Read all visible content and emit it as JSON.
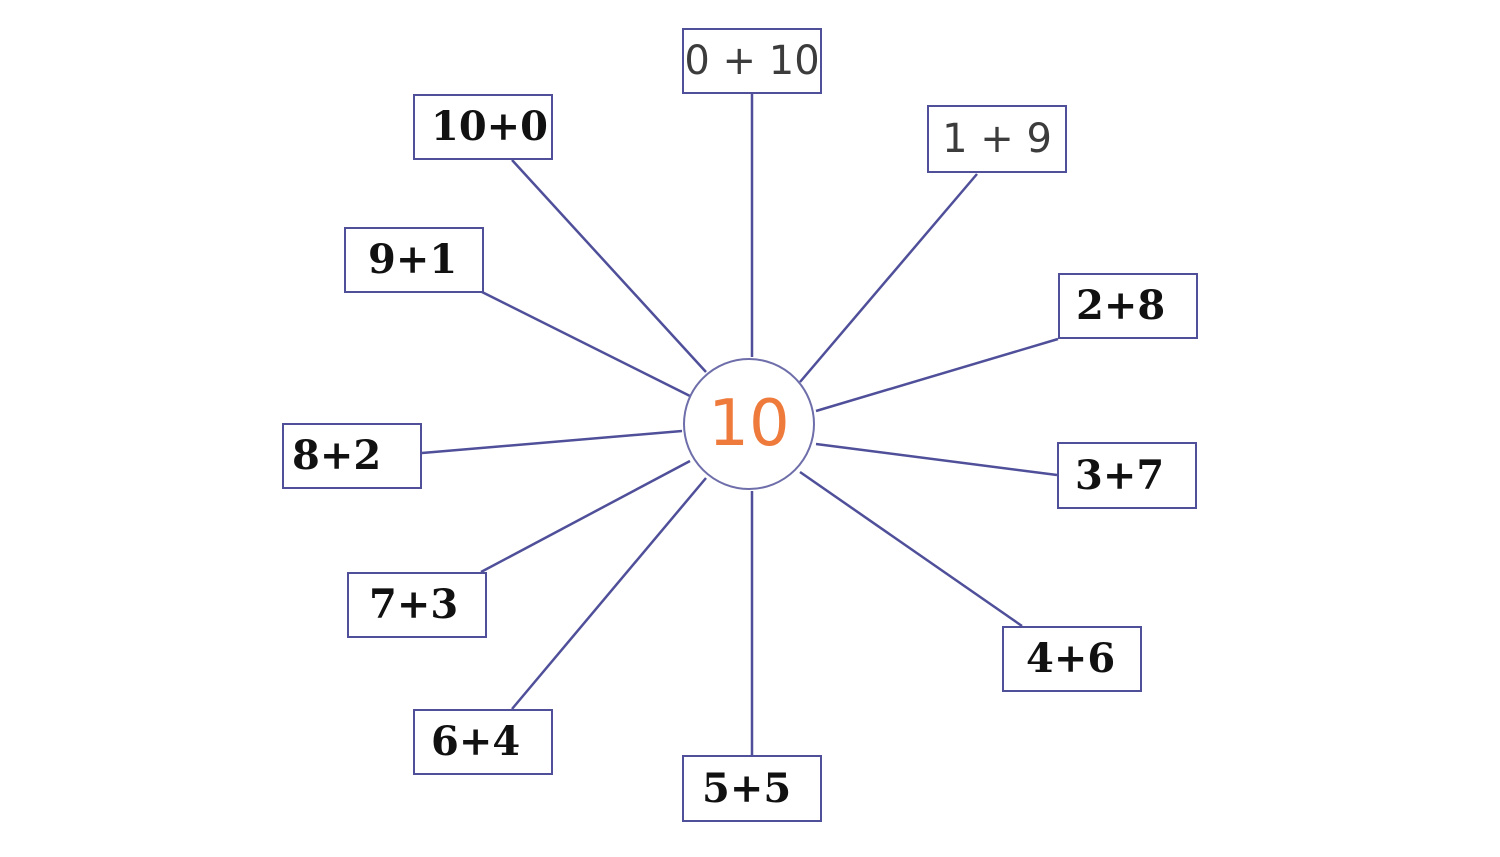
{
  "center": {
    "value": "10",
    "color": "#ee7a3c"
  },
  "stroke_color": "#4f4f9a",
  "expressions": [
    {
      "id": "b0",
      "text": "0 + 10"
    },
    {
      "id": "b1",
      "text": "1 + 9"
    },
    {
      "id": "b2",
      "text": "2+8"
    },
    {
      "id": "b3",
      "text": "3+7"
    },
    {
      "id": "b4",
      "text": "4+6"
    },
    {
      "id": "b5",
      "text": "5+5"
    },
    {
      "id": "b6",
      "text": "6+4"
    },
    {
      "id": "b7",
      "text": "7+3"
    },
    {
      "id": "b8",
      "text": "8+2"
    },
    {
      "id": "b9",
      "text": "9+1"
    },
    {
      "id": "b10",
      "text": "10+0"
    }
  ]
}
